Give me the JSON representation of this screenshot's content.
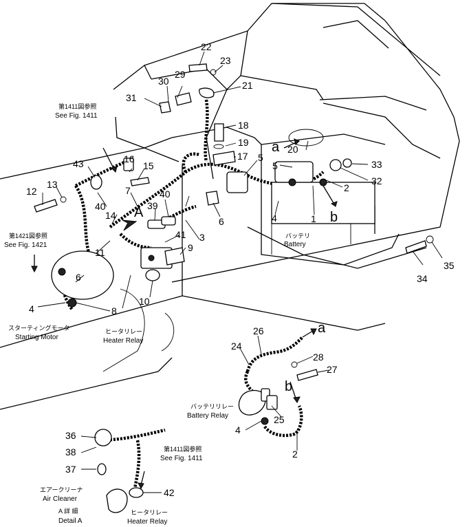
{
  "callouts": {
    "n1": "1",
    "n2": "2",
    "n3": "3",
    "n4": "4",
    "n5": "5",
    "n6": "6",
    "n7": "7",
    "n8": "8",
    "n9": "9",
    "n10": "10",
    "n11": "11",
    "n12": "12",
    "n13": "13",
    "n14": "14",
    "n15": "15",
    "n16": "16",
    "n17": "17",
    "n18": "18",
    "n19": "19",
    "n20": "20",
    "n21": "21",
    "n22": "22",
    "n23": "23",
    "n24": "24",
    "n25": "25",
    "n26": "26",
    "n27": "27",
    "n28": "28",
    "n29": "29",
    "n30": "30",
    "n31": "31",
    "n32": "32",
    "n33": "33",
    "n34": "34",
    "n35": "35",
    "n36": "36",
    "n37": "37",
    "n38": "38",
    "n39": "39",
    "n40": "40",
    "n41": "41",
    "n42": "42",
    "n43": "43"
  },
  "markers": {
    "a": "a",
    "b": "b",
    "A": "A"
  },
  "labels": {
    "see1411_jp": "第1411図参照",
    "see1411_en": "See Fig. 1411",
    "see1421_jp": "第1421図参照",
    "see1421_en": "See Fig. 1421",
    "battery_jp": "バッテリ",
    "battery_en": "Battery",
    "starting_motor_jp": "スターティングモータ",
    "starting_motor_en": "Starting Motor",
    "heater_relay_jp": "ヒータリレー",
    "heater_relay_en": "Heater Relay",
    "battery_relay_jp": "バッテリリレー",
    "battery_relay_en": "Battery Relay",
    "see1411b_jp": "第1411図参照",
    "see1411b_en": "See Fig. 1411",
    "air_cleaner_jp": "エアークリーナ",
    "air_cleaner_en": "Air Cleaner",
    "detail_a_jp": "A 詳 細",
    "detail_a_en": "Detail A",
    "heater_relay2_jp": "ヒータリレー",
    "heater_relay2_en": "Heater Relay"
  }
}
